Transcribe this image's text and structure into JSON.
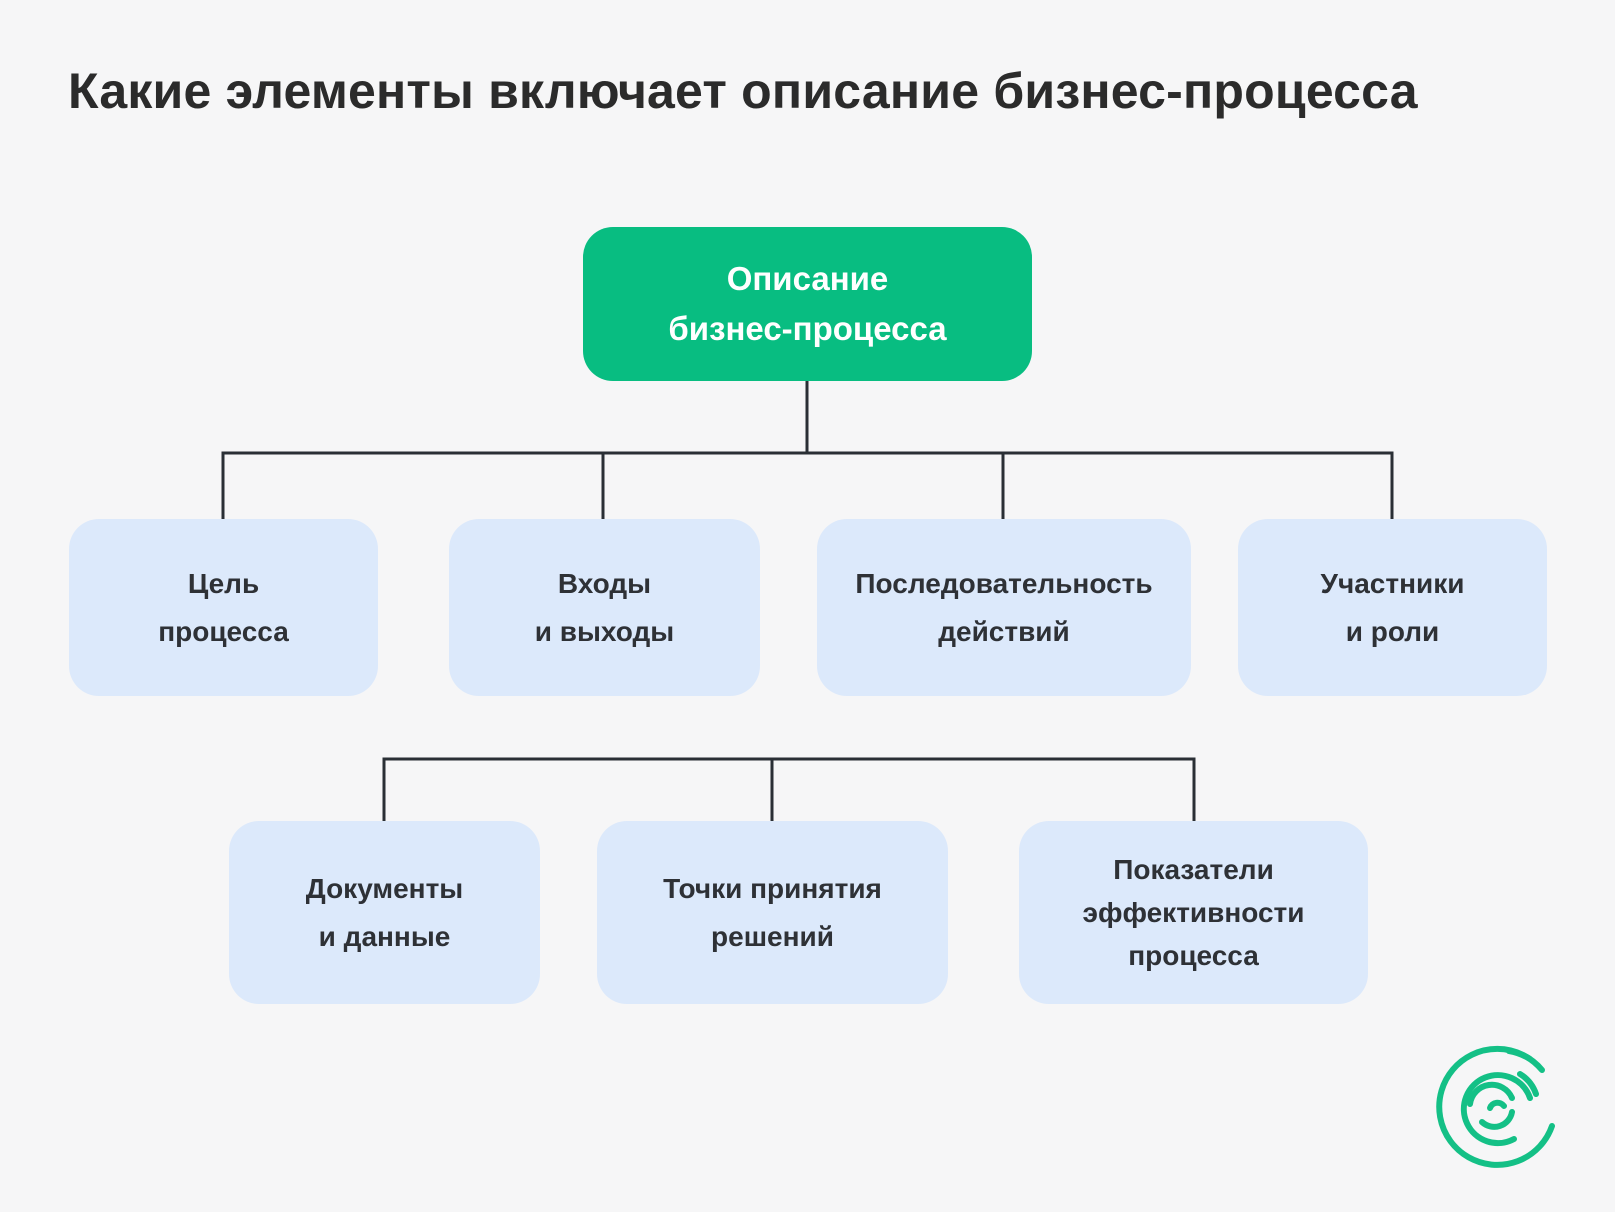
{
  "title": "Какие элементы включает описание бизнес-процесса",
  "root": {
    "label": "Описание\nбизнес-процесса"
  },
  "children": [
    {
      "label": "Цель\nпроцесса"
    },
    {
      "label": "Входы\nи выходы"
    },
    {
      "label": "Последовательность\nдействий"
    },
    {
      "label": "Участники\nи роли"
    },
    {
      "label": "Документы\nи данные"
    },
    {
      "label": "Точки принятия\nрешений"
    },
    {
      "label": "Показатели\nэффективности\nпроцесса"
    }
  ],
  "colors": {
    "background": "#f6f6f7",
    "root_fill": "#08bd81",
    "child_fill": "#dce9fb",
    "connector": "#2a2f35",
    "title_text": "#2b2b2b",
    "logo": "#14c086"
  },
  "logo": {
    "icon": "green-concentric-arc-logo-icon"
  }
}
